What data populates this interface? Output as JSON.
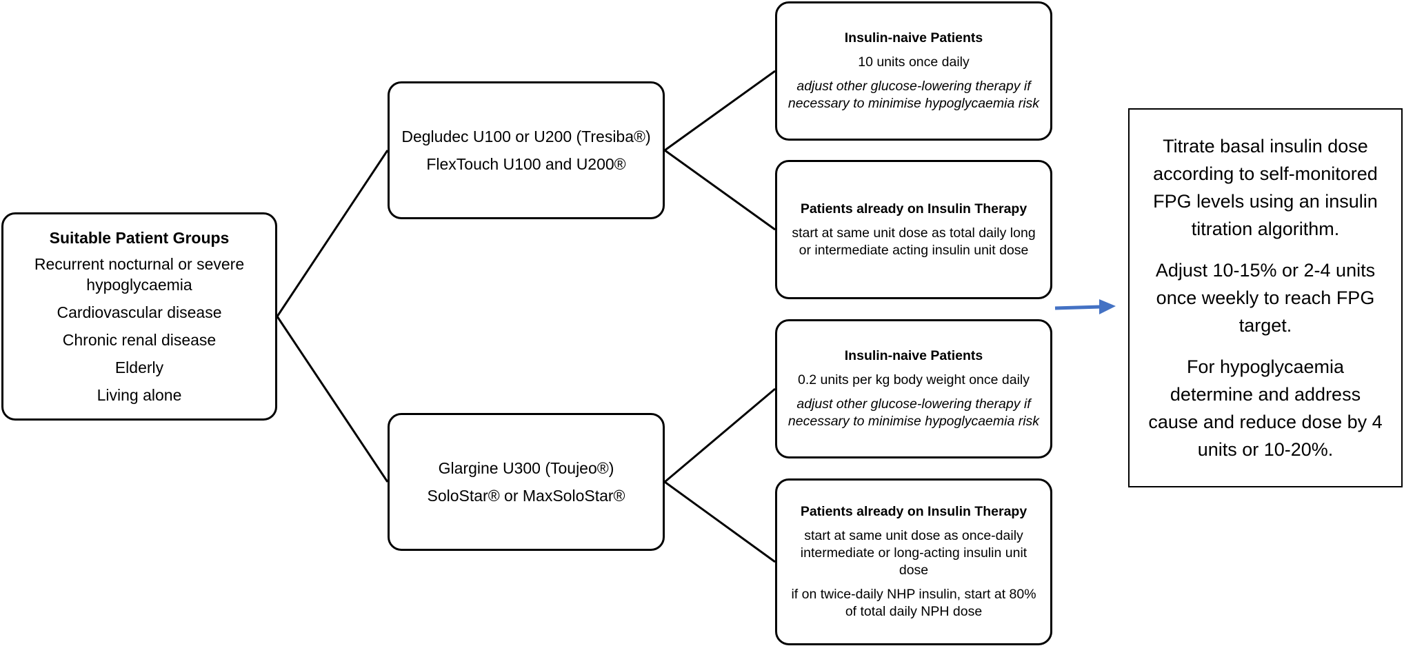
{
  "groups": {
    "title": "Suitable Patient Groups",
    "items": [
      "Recurrent nocturnal or severe hypoglycaemia",
      "Cardiovascular disease",
      "Chronic renal disease",
      "Elderly",
      "Living alone"
    ]
  },
  "products": [
    {
      "line1": "Degludec U100 or U200 (Tresiba®)",
      "line2": "FlexTouch U100 and U200®"
    },
    {
      "line1": "Glargine U300 (Toujeo®)",
      "line2": "SoloStar® or MaxSoloStar®"
    }
  ],
  "dosing": [
    {
      "title": "Insulin-naive Patients",
      "text": "10 units once daily",
      "note": "adjust other glucose-lowering therapy if necessary to minimise hypoglycaemia risk"
    },
    {
      "title": "Patients already on Insulin Therapy",
      "text": "start at same unit dose as total daily long or intermediate acting insulin unit dose"
    },
    {
      "title": "Insulin-naive Patients",
      "text": "0.2 units per kg body weight once daily",
      "note": "adjust other glucose-lowering therapy if necessary to minimise hypoglycaemia risk"
    },
    {
      "title": "Patients already on Insulin Therapy",
      "text": "start at same unit dose as once-daily intermediate or long-acting insulin unit dose",
      "text2": "if on twice-daily NHP insulin, start at 80% of total daily NPH dose"
    }
  ],
  "titration": {
    "paragraphs": [
      "Titrate basal insulin dose according to self-monitored FPG levels using an insulin titration algorithm.",
      "Adjust 10-15% or 2-4 units once weekly to reach FPG target.",
      "For hypoglycaemia determine and address cause and reduce dose by 4 units or 10-20%."
    ]
  },
  "colors": {
    "arrow": "#4472C4",
    "line": "#000000"
  }
}
